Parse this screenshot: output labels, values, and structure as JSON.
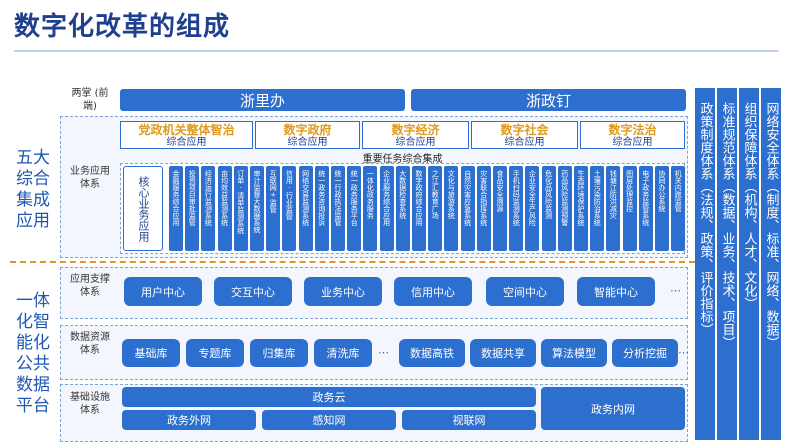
{
  "title": "数字化改革的组成",
  "left_labels": {
    "upper": "五大综合集成应用",
    "lower": "一体化智能化公共数据平台"
  },
  "layers": {
    "liangzhang": "两掌 (前端)",
    "yewu": "业务应用体系",
    "yingyong": "应用支撑体系",
    "shuju": "数据资源体系",
    "jichu": "基础设施体系"
  },
  "liangzhang_items": [
    "浙里办",
    "浙政钉"
  ],
  "app_heads": [
    {
      "title": "党政机关整体智治",
      "sub": "综合应用"
    },
    {
      "title": "数字政府",
      "sub": "综合应用"
    },
    {
      "title": "数字经济",
      "sub": "综合应用"
    },
    {
      "title": "数字社会",
      "sub": "综合应用"
    },
    {
      "title": "数字法治",
      "sub": "综合应用"
    }
  ],
  "mid_caption": "重要任务综合集成",
  "core_box": "核心业务应用",
  "columns": [
    "金融服务综合应用",
    "投资项目审批监管",
    "经济运行监测系统",
    "亩均效益监测系统",
    "订单·清单监测系统",
    "审计监督大数据系统",
    "互联网+监管",
    "信用·行业监管",
    "网络交易监测系统",
    "统一政务咨询投诉",
    "统一行政执法监管",
    "统一政务服务平台",
    "一体化政务服务",
    "企业服务综合应用",
    "大数据检查系统",
    "数字政府综合应用",
    "之江汇教育广场",
    "文化与旅游系统",
    "自然灾害应急系统",
    "灾害联合指挥系统",
    "食品安全溯源",
    "手机扫码监测系统",
    "企业安全生产风险",
    "危化品风险监测",
    "药品风险监测预警",
    "生态环境保护系统",
    "土壤污染防治系统",
    "钱塘江防洪减灾",
    "图层处理监控",
    "电子政务监管系统",
    "协同办公系统",
    "机关内跑监管"
  ],
  "support_items": [
    "用户中心",
    "交互中心",
    "业务中心",
    "信用中心",
    "空间中心",
    "智能中心"
  ],
  "data_items_a": [
    "基础库",
    "专题库",
    "归集库",
    "清洗库"
  ],
  "data_items_b": [
    "数据高铁",
    "数据共享",
    "算法模型",
    "分析挖掘"
  ],
  "infra": {
    "cloud": "政务云",
    "nets": [
      "政务外网",
      "感知网",
      "视联网"
    ],
    "inner": "政务内网"
  },
  "ellipsis": "⋯",
  "right_columns": [
    "政策制度体系（法规、政策、评价指标）",
    "标准规范体系（数据、业务、技术、项目）",
    "组织保障体系（机构、人才、文化）",
    "网络安全体系（制度、标准、网络、数据）"
  ],
  "colors": {
    "title": "#1f3f8f",
    "primary_blue": "#2d6fcf",
    "accent_orange": "#e09a1d",
    "separator": "#e6922e"
  }
}
